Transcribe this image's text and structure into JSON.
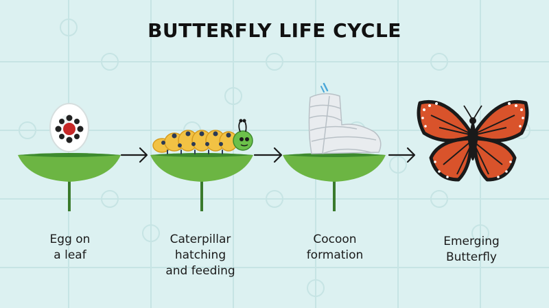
{
  "title": "BUTTERFLY LIFE CYCLE",
  "stages": [
    {
      "label_lines": [
        "Egg on",
        "a leaf"
      ]
    },
    {
      "label_lines": [
        "Caterpillar",
        "hatching",
        "and feeding"
      ]
    },
    {
      "label_lines": [
        "Cocoon",
        "formation"
      ]
    },
    {
      "label_lines": [
        "Emerging",
        "Butterfly"
      ]
    }
  ],
  "colors": {
    "background": "#dcf1f1",
    "puzzle_lines": "#c6e4e4",
    "leaf": "#6cb543",
    "leaf_dark": "#3d8a2e",
    "stem": "#3a7a2c",
    "arrow": "#1a1a1a",
    "caterpillar_body": "#f2c244",
    "butterfly_wing": "#d9532b"
  }
}
